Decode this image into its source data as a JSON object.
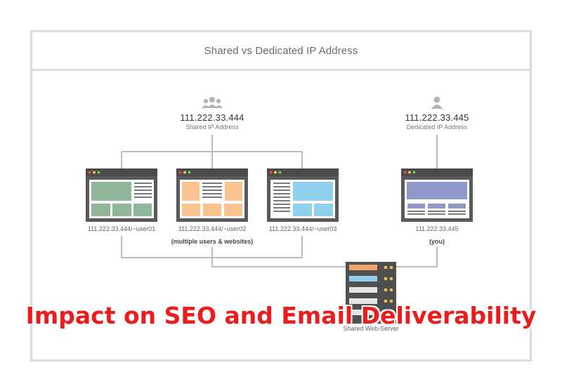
{
  "diagram": {
    "title": "Shared vs Dedicated IP Address",
    "shared": {
      "ip": "111.222.33.444",
      "caption": "Shared IP Address",
      "icon": "users-group-icon",
      "note": "(multiple users & websites)",
      "sites": [
        {
          "label": "111.222.33.444/~user01",
          "color": "#8fb89a"
        },
        {
          "label": "111.222.33.444/~user02",
          "color": "#f9c48f"
        },
        {
          "label": "111.222.33.444/~user03",
          "color": "#8fd1ec"
        }
      ]
    },
    "dedicated": {
      "ip": "111.222.33.445",
      "caption": "Dedicated IP Address",
      "icon": "user-icon",
      "note": "(you)",
      "site": {
        "label": "111.222.33.445",
        "color": "#8f98c8"
      }
    },
    "server": {
      "label": "Shared Web-Server",
      "icon": "server-rack-icon"
    }
  },
  "overlay_text": "Impact on SEO and Email Deliverability"
}
